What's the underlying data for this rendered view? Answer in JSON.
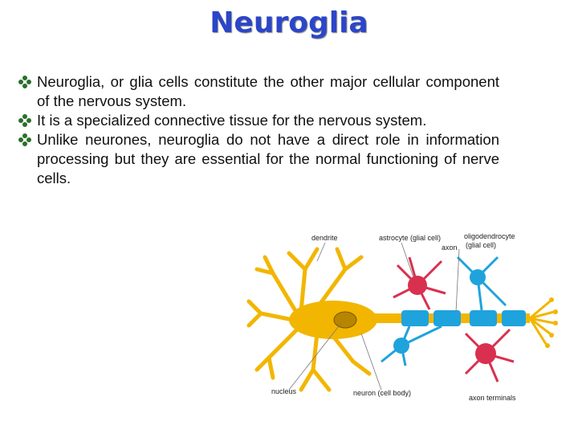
{
  "title": "Neuroglia",
  "bullets": [
    " Neuroglia, or glia cells constitute the other major cellular component of the nervous system.",
    "It is a specialized connective tissue for the nervous system.",
    "Unlike neurones, neuroglia do not have a direct role in information processing but they are essential for the normal functioning of nerve cells."
  ],
  "figure": {
    "labels": {
      "dendrite": "dendrite",
      "astrocyte": "astrocyte (glial cell)",
      "oligodendrocyte": "oligodendrocyte",
      "glial_cell": "(glial cell)",
      "axon": "axon",
      "nucleus": "nucleus",
      "neuron": "neuron (cell body)",
      "axon_terminals": "axon terminals"
    },
    "colors": {
      "neuron": "#f2b600",
      "astrocyte": "#d9304f",
      "oligodendrocyte": "#1fa3dc"
    }
  }
}
